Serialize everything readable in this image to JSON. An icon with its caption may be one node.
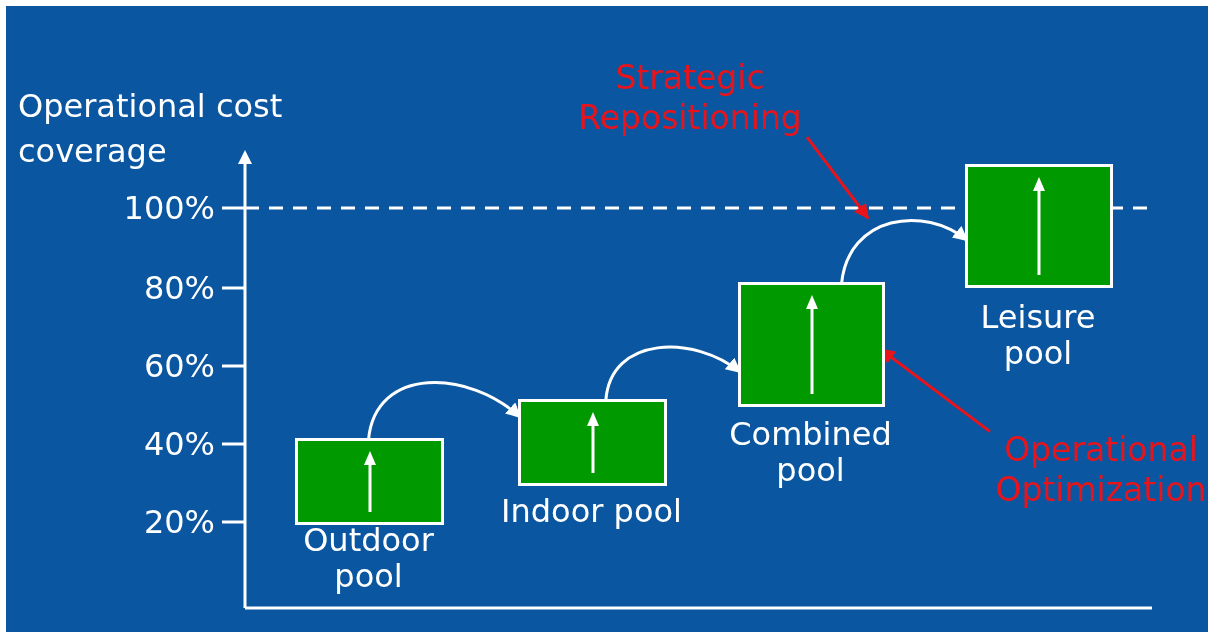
{
  "diagram": {
    "nodes": [
      {
        "text": [
          "Outdoor pool"
        ]
      },
      {
        "text": [
          "Indoor pool"
        ]
      },
      {
        "text": [
          "Combined pool"
        ]
      },
      {
        "text": [
          "Leisure pool"
        ]
      },
      {
        "text": [
          "Strategic Repositioning"
        ]
      },
      {
        "text": [
          "Operational Optimization"
        ]
      }
    ],
    "edges": [
      {
        "from": 0,
        "to": 1,
        "arrow": "to"
      },
      {
        "from": 1,
        "to": 2,
        "arrow": "to"
      },
      {
        "from": 2,
        "to": 3,
        "arrow": "to"
      },
      {
        "from": 4,
        "to": null,
        "arrow": "to",
        "color": "#e8141c"
      },
      {
        "from": 5,
        "to": 2,
        "arrow": "to",
        "color": "#e8141c"
      }
    ],
    "labels": [
      "Operational cost coverage",
      "100%",
      "80%",
      "60%",
      "40%",
      "20%"
    ]
  }
}
